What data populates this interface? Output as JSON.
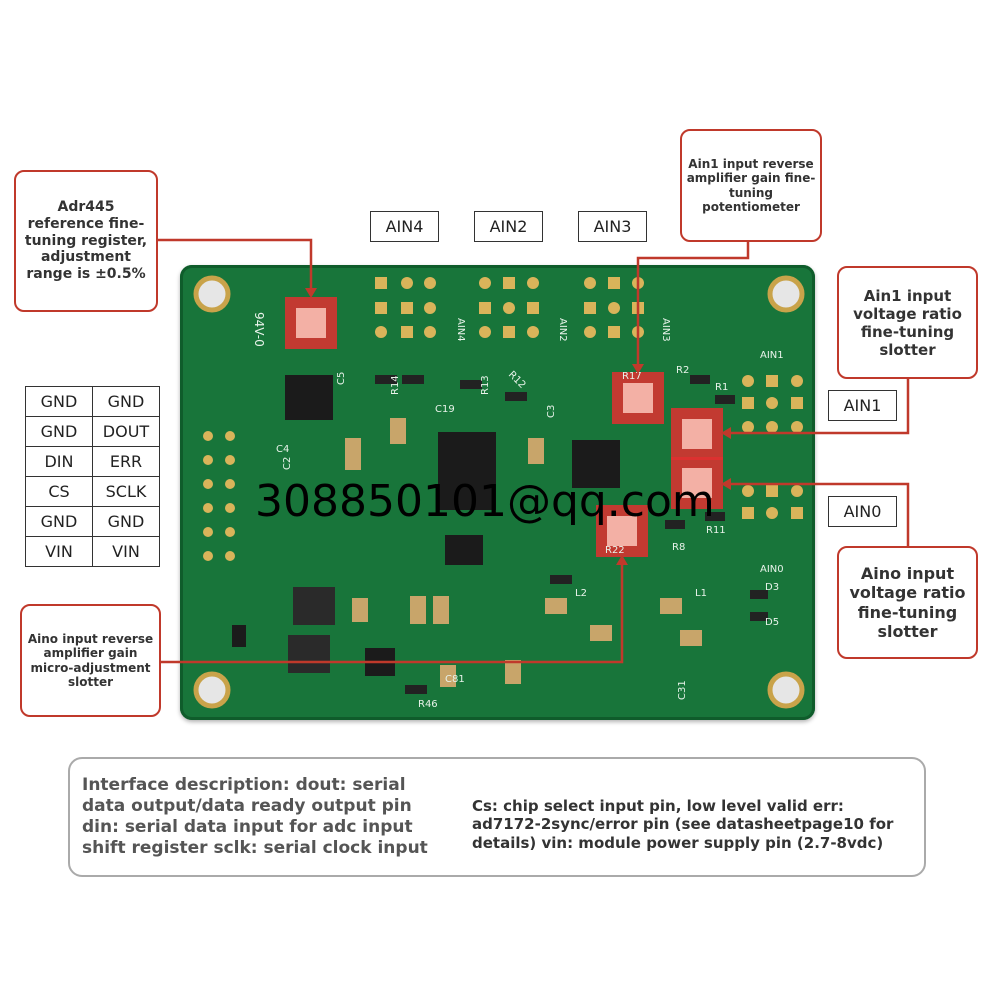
{
  "callouts": {
    "adr445": "Adr445 reference fine-tuning register, adjustment range is ±0.5%",
    "ain1_gain": "Ain1 input reverse amplifier gain fine-tuning potentiometer",
    "ain1_ratio": "Ain1 input voltage ratio fine-tuning slotter",
    "aino_ratio": "Aino input voltage ratio fine-tuning slotter",
    "aino_gain": "Aino input reverse amplifier gain micro-adjustment slotter"
  },
  "channel_labels": {
    "ain4": "AIN4",
    "ain2": "AIN2",
    "ain3": "AIN3",
    "ain1": "AIN1",
    "ain0": "AIN0"
  },
  "pin_table": [
    [
      "GND",
      "GND"
    ],
    [
      "GND",
      "DOUT"
    ],
    [
      "DIN",
      "ERR"
    ],
    [
      "CS",
      "SCLK"
    ],
    [
      "GND",
      "GND"
    ],
    [
      "VIN",
      "VIN"
    ]
  ],
  "description": {
    "left": "Interface description: dout: serial data output/data ready output pin din: serial data input for adc input shift register sclk: serial clock input",
    "right": "Cs: chip select input pin, low level valid err: ad7172-2sync/error pin (see datasheetpage10 for details) vin: module power supply pin (2.7-8vdc)"
  },
  "watermark": "308850101@qq.com",
  "silkscreen": {
    "board_top_ain4": "AIN4",
    "board_top_ain2": "AIN2",
    "board_top_ain3": "AIN3",
    "board_ain1": "AIN1",
    "board_ain0": "AIN0",
    "r1": "R1",
    "r2": "R2",
    "r17": "R17",
    "r8": "R8",
    "r11": "R11",
    "r22": "R22",
    "r13": "R13",
    "r14": "R14",
    "r12": "R12",
    "r46": "R46",
    "c3": "C3",
    "c19": "C19",
    "c4": "C4",
    "c2": "C2",
    "c5": "C5",
    "c81": "C81",
    "c31": "C31",
    "l1": "L1",
    "l2": "L2",
    "d3": "D3",
    "d5": "D5",
    "side": "94V-0"
  },
  "colors": {
    "board": "#18753a",
    "callout_border": "#c0392b",
    "highlight": "#e03030",
    "pad": "#d9b45a"
  }
}
